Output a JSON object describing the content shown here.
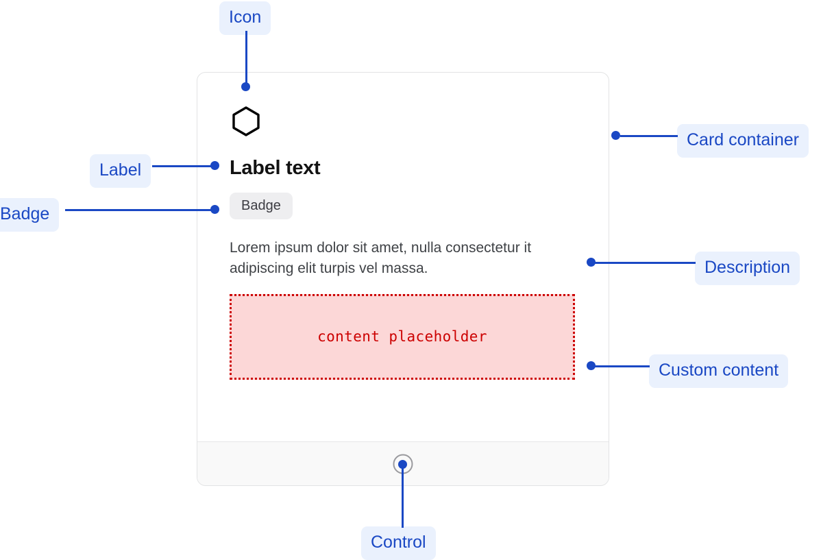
{
  "card": {
    "icon": "hexagon-icon",
    "title": "Label text",
    "badge": "Badge",
    "description": "Lorem ipsum dolor sit amet, nulla consectetur it adipiscing elit turpis vel massa.",
    "custom_content_placeholder": "content placeholder",
    "footer_control": "radio-control"
  },
  "annotations": {
    "icon": "Icon",
    "card_container": "Card container",
    "label": "Label",
    "badge": "Badge",
    "description": "Description",
    "custom_content": "Custom content",
    "control": "Control"
  },
  "colors": {
    "annotation_text": "#1a48c4",
    "annotation_background": "#eaf1fd",
    "card_border": "#e2e3e4",
    "badge_background": "#eeeef0",
    "placeholder_background": "#fcd7d7",
    "placeholder_border": "#cc0000",
    "placeholder_text": "#cc0000",
    "footer_background": "#f9f9f9",
    "title_text": "#121212",
    "description_text": "#3f4246"
  }
}
